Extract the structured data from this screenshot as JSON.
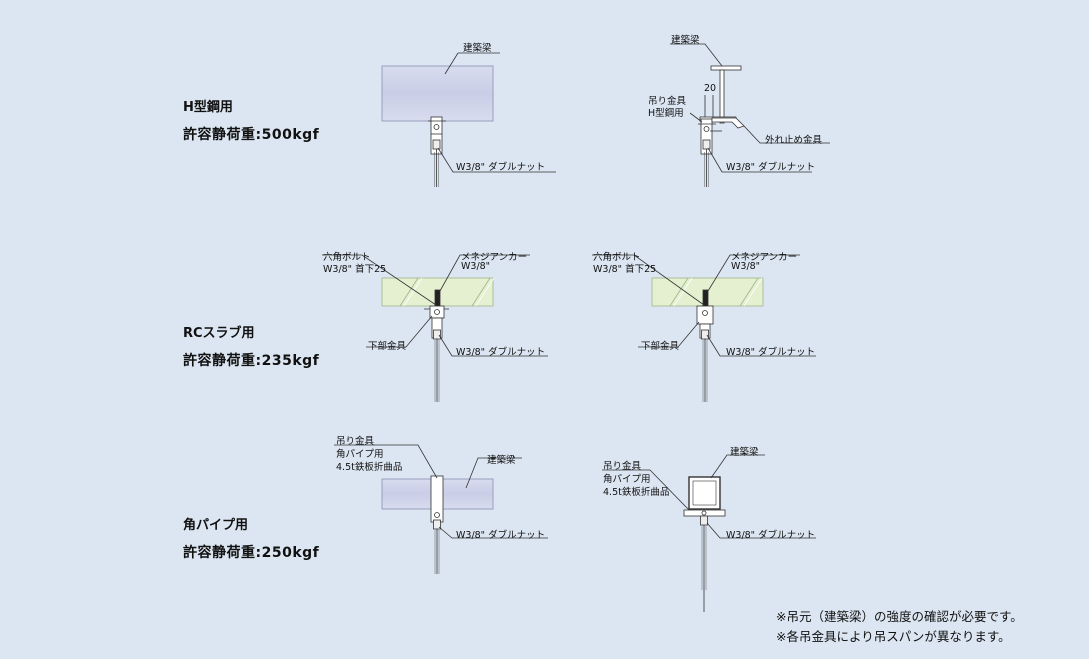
{
  "sections": [
    {
      "title": "H型鋼用",
      "load": "許容静荷重:500kgf"
    },
    {
      "title": "RCスラブ用",
      "load": "許容静荷重:235kgf"
    },
    {
      "title": "角パイプ用",
      "load": "許容静荷重:250kgf"
    }
  ],
  "annotations": {
    "beam": "建築梁",
    "double_nut": "W3/8\" ダブルナット",
    "hanger_h1": "吊り金具",
    "hanger_h2": "H型鋼用",
    "dislodge_stopper": "外れ止め金具",
    "dimension_20": "20",
    "hex_bolt_1": "六角ボルト",
    "hex_bolt_2": "W3/8\" 首下25",
    "anchor_1": "メネジアンカー",
    "anchor_2": "W3/8\"",
    "lower_fitting": "下部金具",
    "hanger_pipe_1": "吊り金具",
    "hanger_pipe_2": "角パイプ用",
    "hanger_pipe_3": "4.5t鉄板折曲品"
  },
  "notes": [
    "※吊元（建築梁）の強度の確認が必要です。",
    "※各吊金具により吊スパンが異なります。"
  ],
  "colors": {
    "background": "#dce6f2",
    "beam_fill": "#cfd3ea",
    "slab_fill": "#e4f0d0",
    "line": "#333333"
  }
}
